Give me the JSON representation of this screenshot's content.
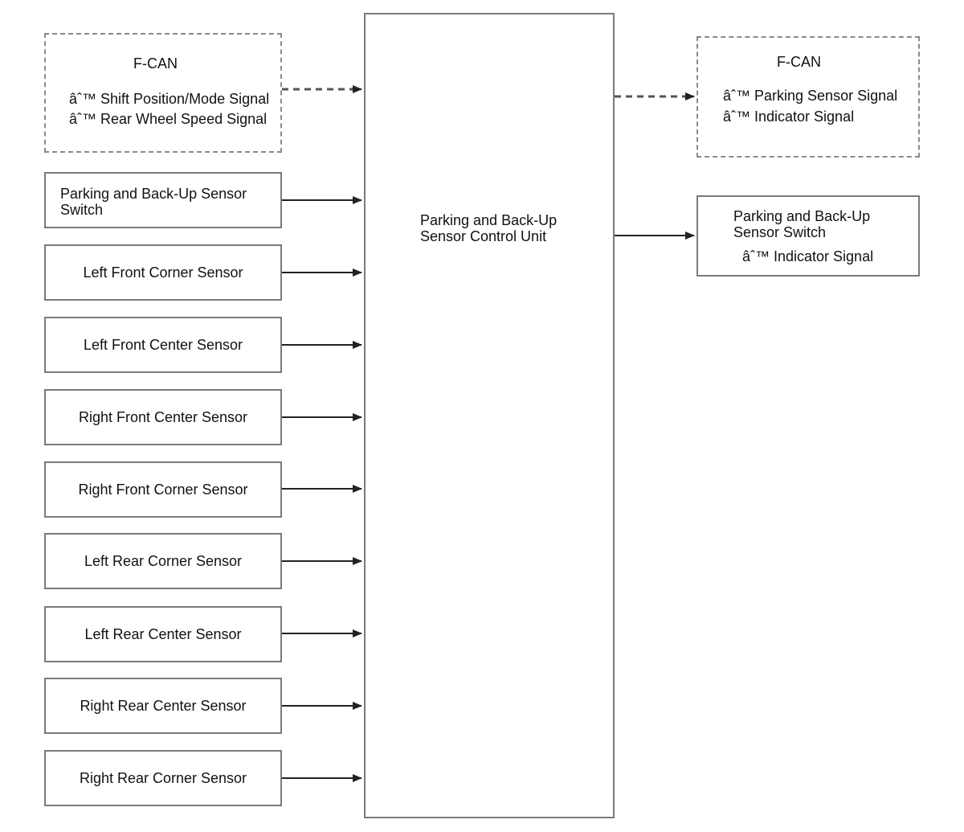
{
  "fcan_in": {
    "title": "F-CAN",
    "signals": [
      "âˆ™ Shift Position/Mode Signal",
      "âˆ™ Rear Wheel Speed Signal"
    ]
  },
  "switch_in": {
    "label": "Parking and Back-Up Sensor Switch"
  },
  "sensors": [
    "Left Front Corner Sensor",
    "Left Front Center Sensor",
    "Right Front Center Sensor",
    "Right Front Corner Sensor",
    "Left Rear Corner Sensor",
    "Left Rear Center Sensor",
    "Right Rear Center Sensor",
    "Right Rear Corner Sensor"
  ],
  "control_unit": {
    "label": "Parking and Back-Up Sensor Control Unit"
  },
  "fcan_out": {
    "title": "F-CAN",
    "signals": [
      "âˆ™ Parking Sensor Signal",
      "âˆ™ Indicator Signal"
    ]
  },
  "switch_out": {
    "label": "Parking and Back-Up Sensor Switch",
    "signal": "âˆ™ Indicator Signal"
  },
  "colors": {
    "box_border": "#7a7a7a",
    "arrow": "#222222",
    "background": "#ffffff"
  }
}
